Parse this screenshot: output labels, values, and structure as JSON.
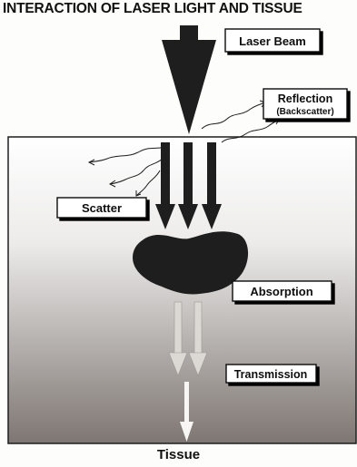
{
  "title": "INTERACTION OF LASER LIGHT AND TISSUE",
  "labels": {
    "laser_beam": "Laser Beam",
    "reflection": "Reflection",
    "backscatter": "(Backscatter)",
    "scatter": "Scatter",
    "absorption": "Absorption",
    "transmission": "Transmission",
    "tissue": "Tissue"
  },
  "colors": {
    "tissue_top": "#ffffff",
    "tissue_bottom": "#7e7672",
    "ink": "#1e1e1e",
    "transmitted_beam": "#dcd8d4"
  }
}
